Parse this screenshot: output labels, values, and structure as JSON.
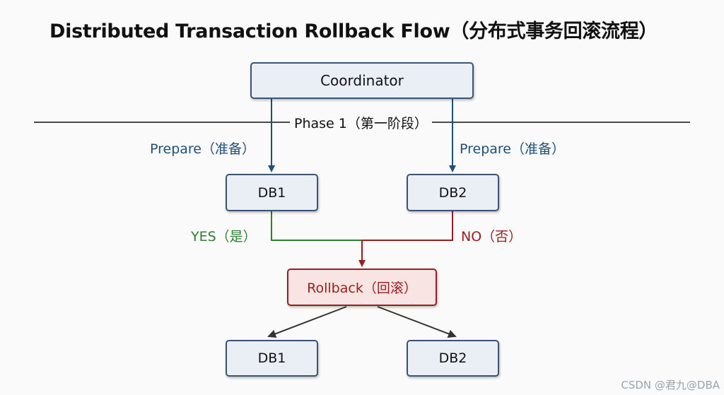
{
  "title": "Distributed Transaction Rollback Flow（分布式事务回滚流程）",
  "nodes": {
    "coordinator": "Coordinator",
    "db1_top": "DB1",
    "db2_top": "DB2",
    "rollback": "Rollback（回滚）",
    "db1_bottom": "DB1",
    "db2_bottom": "DB2"
  },
  "labels": {
    "phase": "Phase 1（第一阶段）",
    "prepare_left": "Prepare（准备）",
    "prepare_right": "Prepare（准备）",
    "yes": "YES（是）",
    "no": "NO（否）"
  },
  "watermark": "CSDN @君九@DBA",
  "colors": {
    "prepare": "#1f4e79",
    "yes": "#2e7d32",
    "no": "#9b1c1c",
    "node_border": "#3a5475",
    "node_fill": "#e9eff5",
    "rollback_fill": "#f7e4e3"
  }
}
